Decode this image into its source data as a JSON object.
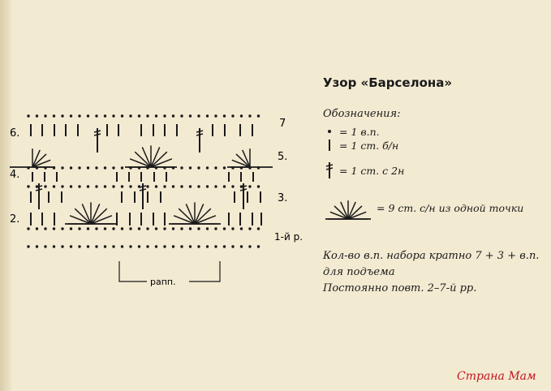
{
  "title": "Узор «Барселона»",
  "legend": {
    "title": "Обозначения:",
    "items": [
      {
        "symbol": "chain-dot",
        "text": "= 1 в.п."
      },
      {
        "symbol": "single-crochet-stitch",
        "text": "= 1 ст. б/н"
      },
      {
        "symbol": "double-treble-stitch",
        "text": "= 1 ст. с 2н"
      },
      {
        "symbol": "fan-stitch",
        "text": "= 9 ст. с/н из одной точки"
      }
    ]
  },
  "notes": {
    "line1": "Кол-во в.п. набора кратно 7 + 3 + в.п.",
    "line2": "для подъема",
    "line3": "Постоянно повт. 2–7-й рр."
  },
  "diagram": {
    "row_labels_left": [
      "6.",
      "4.",
      "2."
    ],
    "row_labels_right": [
      "7",
      "5.",
      "3.",
      "1-й р."
    ],
    "repeat_label": "рапп."
  },
  "watermark": "Страна Мам",
  "colors": {
    "ink": "#1a1a1a",
    "paper": "#f3ead2",
    "watermark": "#c2151d"
  }
}
